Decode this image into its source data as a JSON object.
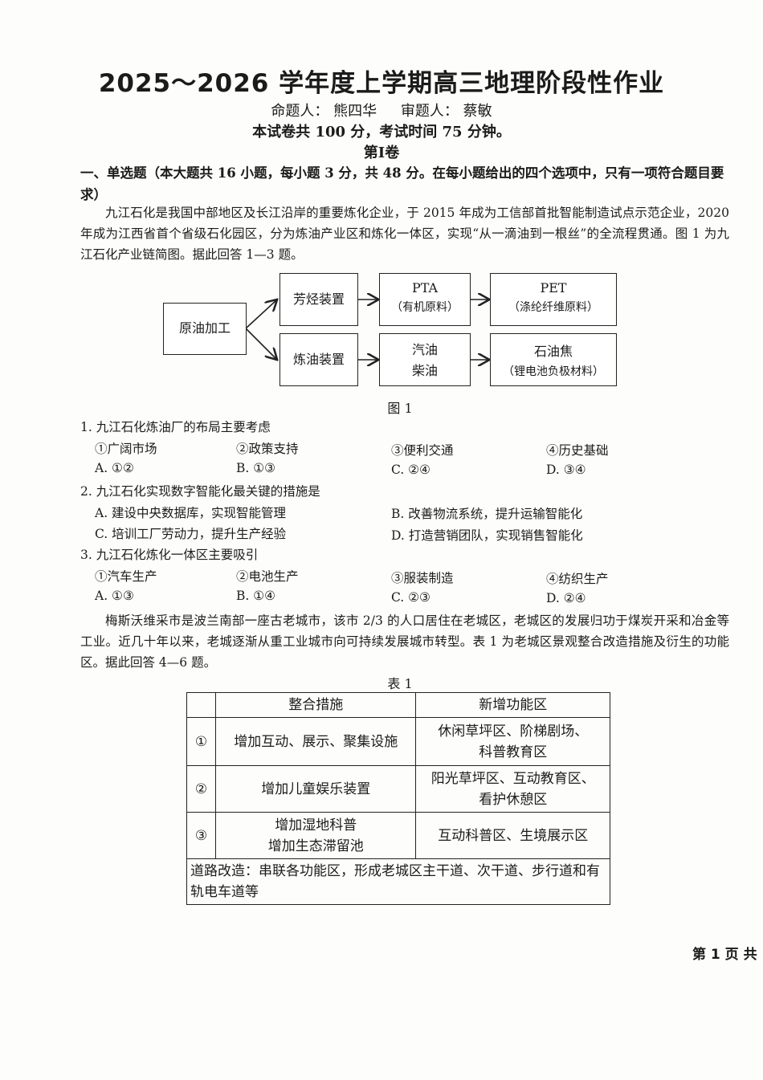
{
  "title": "2025～2026 学年度上学期高三地理阶段性作业",
  "authors": {
    "setter": "命题人：  熊四华",
    "reviewer": "审题人：  蔡敏"
  },
  "score_info": "本试卷共 100 分，考试时间 75 分钟。",
  "volume": "第Ⅰ卷",
  "section1": "一、单选题（本大题共 16 小题，每小题 3 分，共 48 分。在每小题给出的四个选项中，只有一项符合题目要求）",
  "passage1": "九江石化是我国中部地区及长江沿岸的重要炼化企业，于 2015 年成为工信部首批智能制造试点示范企业，2020 年成为江西省首个省级石化园区，分为炼油产业区和炼化一体区，实现“从一滴油到一根丝”的全流程贯通。图 1 为九江石化产业链简图。据此回答 1—3 题。",
  "figure1": {
    "source": "原油加工",
    "upper": {
      "node": "芳烃装置",
      "mid": "PTA",
      "mid_sub": "（有机原料）",
      "end": "PET",
      "end_sub": "（涤纶纤维原料）"
    },
    "lower": {
      "node": "炼油装置",
      "mid1": "汽油",
      "mid2": "柴油",
      "end": "石油焦",
      "end_sub": "（锂电池负极材料）"
    },
    "caption": "图 1"
  },
  "questions": [
    {
      "stem": "1. 九江石化炼油厂的布局主要考虑",
      "items": [
        "①广阔市场",
        "②政策支持",
        "③便利交通",
        "④历史基础"
      ],
      "choices": [
        "A. ①②",
        "B. ①③",
        "C. ②④",
        "D. ③④"
      ]
    },
    {
      "stem": "2. 九江石化实现数字智能化最关键的措施是",
      "choices": [
        "A. 建设中央数据库，实现智能管理",
        "B. 改善物流系统，提升运输智能化",
        "C. 培训工厂劳动力，提升生产经验",
        "D. 打造营销团队，实现销售智能化"
      ]
    },
    {
      "stem": "3. 九江石化炼化一体区主要吸引",
      "items": [
        "①汽车生产",
        "②电池生产",
        "③服装制造",
        "④纺织生产"
      ],
      "choices": [
        "A.  ①③",
        "B. ①④",
        "C. ②③",
        "D. ②④"
      ]
    }
  ],
  "passage2": "梅斯沃维采市是波兰南部一座古老城市，该市 2/3 的人口居住在老城区，老城区的发展归功于煤炭开采和冶金等工业。近几十年以来，老城逐渐从重工业城市向可持续发展城市转型。表 1 为老城区景观整合改造措施及衍生的功能区。据此回答 4—6 题。",
  "table1": {
    "caption": "表 1",
    "headers": [
      "整合措施",
      "新增功能区"
    ],
    "rows": [
      {
        "no": "①",
        "measure": [
          "增加互动、展示、聚集设施"
        ],
        "area": [
          "休闲草坪区、阶梯剧场、",
          "科普教育区"
        ]
      },
      {
        "no": "②",
        "measure": [
          "增加儿童娱乐装置"
        ],
        "area": [
          "阳光草坪区、互动教育区、",
          "看护休憩区"
        ]
      },
      {
        "no": "③",
        "measure": [
          "增加湿地科普",
          "增加生态滞留池"
        ],
        "area": [
          "互动科普区、生境展示区"
        ]
      }
    ],
    "footer": "道路改造：串联各功能区，形成老城区主干道、次干道、步行道和有轨电车道等"
  },
  "page_number": "第 1 页  共"
}
